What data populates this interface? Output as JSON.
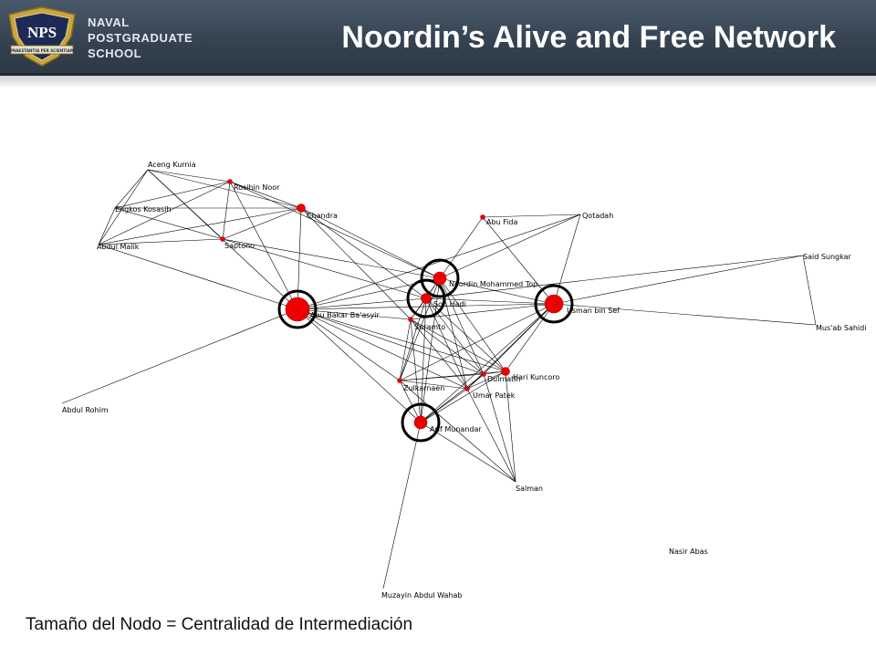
{
  "header": {
    "logo_seal_text": "NPS",
    "logo_motto": "PRAESTANTIA PER SCIENTIAM",
    "logo_lines": [
      "NAVAL",
      "POSTGRADUATE",
      "SCHOOL"
    ],
    "title": "Noordin’s Alive and Free Network",
    "colors": {
      "bar": "#34414f",
      "title": "#ffffff"
    }
  },
  "caption": "Tamaño del Nodo = Centralidad de Intermediación",
  "network": {
    "node_color": "#ee0000",
    "ring_color": "#000000",
    "nodes": [
      {
        "id": "aceng",
        "label": "Aceng Kurnia",
        "size": 0
      },
      {
        "id": "rosihin",
        "label": "Rosihin Noor",
        "size": 1
      },
      {
        "id": "engkos",
        "label": "Engkos Kosasih",
        "size": 0
      },
      {
        "id": "chandra",
        "label": "Chandra",
        "size": 2
      },
      {
        "id": "abdulmalik",
        "label": "Abdul Malik",
        "size": 0
      },
      {
        "id": "saptono",
        "label": "Saptono",
        "size": 1
      },
      {
        "id": "abufida",
        "label": "Abu Fida",
        "size": 1
      },
      {
        "id": "qotadah",
        "label": "Qotadah",
        "size": 0
      },
      {
        "id": "saidsungkar",
        "label": "Said Sungkar",
        "size": 0
      },
      {
        "id": "musab",
        "label": "Mus'ab Sahidi",
        "size": 0
      },
      {
        "id": "noordin",
        "label": "Noordin Mohammed Top",
        "size": 4,
        "ring": true
      },
      {
        "id": "sonhadi",
        "label": "Son Hadi",
        "size": 3,
        "ring": true
      },
      {
        "id": "abubakar",
        "label": "Abu Bakar Ba'asyir",
        "size": 6,
        "ring": true
      },
      {
        "id": "usman",
        "label": "Usman bin Sef",
        "size": 5,
        "ring": true
      },
      {
        "id": "suramto",
        "label": "Suramto",
        "size": 1
      },
      {
        "id": "dulmatin",
        "label": "Dulmatin",
        "size": 1
      },
      {
        "id": "harikuncoro",
        "label": "Hari Kuncoro",
        "size": 2
      },
      {
        "id": "zulkarnaen",
        "label": "Zulkarnaen",
        "size": 1
      },
      {
        "id": "umarpatek",
        "label": "Umar Patek",
        "size": 1
      },
      {
        "id": "abdulrohim",
        "label": "Abdul Rohim",
        "size": 0
      },
      {
        "id": "arif",
        "label": "Arif Munandar",
        "size": 4,
        "ring": true
      },
      {
        "id": "salman",
        "label": "Salman",
        "size": 0
      },
      {
        "id": "nasirabas",
        "label": "Nasir Abas",
        "size": 0
      },
      {
        "id": "muzayin",
        "label": "Muzayin Abdul Wahab",
        "size": 0
      }
    ],
    "edges": [
      [
        "aceng",
        "rosihin"
      ],
      [
        "aceng",
        "engkos"
      ],
      [
        "aceng",
        "chandra"
      ],
      [
        "aceng",
        "abdulmalik"
      ],
      [
        "aceng",
        "saptono"
      ],
      [
        "aceng",
        "abubakar"
      ],
      [
        "rosihin",
        "engkos"
      ],
      [
        "rosihin",
        "chandra"
      ],
      [
        "rosihin",
        "abdulmalik"
      ],
      [
        "rosihin",
        "saptono"
      ],
      [
        "rosihin",
        "abubakar"
      ],
      [
        "rosihin",
        "noordin"
      ],
      [
        "engkos",
        "chandra"
      ],
      [
        "engkos",
        "abdulmalik"
      ],
      [
        "engkos",
        "saptono"
      ],
      [
        "chandra",
        "abdulmalik"
      ],
      [
        "chandra",
        "saptono"
      ],
      [
        "chandra",
        "abubakar"
      ],
      [
        "chandra",
        "noordin"
      ],
      [
        "chandra",
        "sonhadi"
      ],
      [
        "chandra",
        "suramto"
      ],
      [
        "abdulmalik",
        "saptono"
      ],
      [
        "abdulmalik",
        "abubakar"
      ],
      [
        "saptono",
        "noordin"
      ],
      [
        "saptono",
        "sonhadi"
      ],
      [
        "abufida",
        "noordin"
      ],
      [
        "abufida",
        "usman"
      ],
      [
        "abufida",
        "qotadah"
      ],
      [
        "qotadah",
        "noordin"
      ],
      [
        "qotadah",
        "usman"
      ],
      [
        "qotadah",
        "abubakar"
      ],
      [
        "saidsungkar",
        "musab"
      ],
      [
        "saidsungkar",
        "usman"
      ],
      [
        "musab",
        "usman"
      ],
      [
        "saidsungkar",
        "sonhadi"
      ],
      [
        "noordin",
        "sonhadi"
      ],
      [
        "noordin",
        "abubakar"
      ],
      [
        "noordin",
        "usman"
      ],
      [
        "noordin",
        "suramto"
      ],
      [
        "noordin",
        "dulmatin"
      ],
      [
        "noordin",
        "harikuncoro"
      ],
      [
        "noordin",
        "zulkarnaen"
      ],
      [
        "noordin",
        "umarpatek"
      ],
      [
        "noordin",
        "arif"
      ],
      [
        "sonhadi",
        "abubakar"
      ],
      [
        "sonhadi",
        "usman"
      ],
      [
        "sonhadi",
        "suramto"
      ],
      [
        "sonhadi",
        "dulmatin"
      ],
      [
        "sonhadi",
        "zulkarnaen"
      ],
      [
        "sonhadi",
        "arif"
      ],
      [
        "sonhadi",
        "umarpatek"
      ],
      [
        "sonhadi",
        "harikuncoro"
      ],
      [
        "abubakar",
        "usman"
      ],
      [
        "abubakar",
        "suramto"
      ],
      [
        "abubakar",
        "dulmatin"
      ],
      [
        "abubakar",
        "zulkarnaen"
      ],
      [
        "abubakar",
        "arif"
      ],
      [
        "abubakar",
        "abdulrohim"
      ],
      [
        "abubakar",
        "harikuncoro"
      ],
      [
        "abubakar",
        "umarpatek"
      ],
      [
        "usman",
        "suramto"
      ],
      [
        "usman",
        "harikuncoro"
      ],
      [
        "usman",
        "zulkarnaen"
      ],
      [
        "usman",
        "arif"
      ],
      [
        "usman",
        "umarpatek"
      ],
      [
        "usman",
        "dulmatin"
      ],
      [
        "suramto",
        "zulkarnaen"
      ],
      [
        "suramto",
        "dulmatin"
      ],
      [
        "suramto",
        "harikuncoro"
      ],
      [
        "suramto",
        "umarpatek"
      ],
      [
        "suramto",
        "arif"
      ],
      [
        "dulmatin",
        "harikuncoro"
      ],
      [
        "dulmatin",
        "zulkarnaen"
      ],
      [
        "dulmatin",
        "arif"
      ],
      [
        "dulmatin",
        "salman"
      ],
      [
        "dulmatin",
        "umarpatek"
      ],
      [
        "harikuncoro",
        "salman"
      ],
      [
        "harikuncoro",
        "arif"
      ],
      [
        "harikuncoro",
        "zulkarnaen"
      ],
      [
        "harikuncoro",
        "umarpatek"
      ],
      [
        "zulkarnaen",
        "arif"
      ],
      [
        "zulkarnaen",
        "umarpatek"
      ],
      [
        "zulkarnaen",
        "salman"
      ],
      [
        "umarpatek",
        "arif"
      ],
      [
        "umarpatek",
        "salman"
      ],
      [
        "arif",
        "salman"
      ],
      [
        "arif",
        "muzayin"
      ]
    ]
  }
}
